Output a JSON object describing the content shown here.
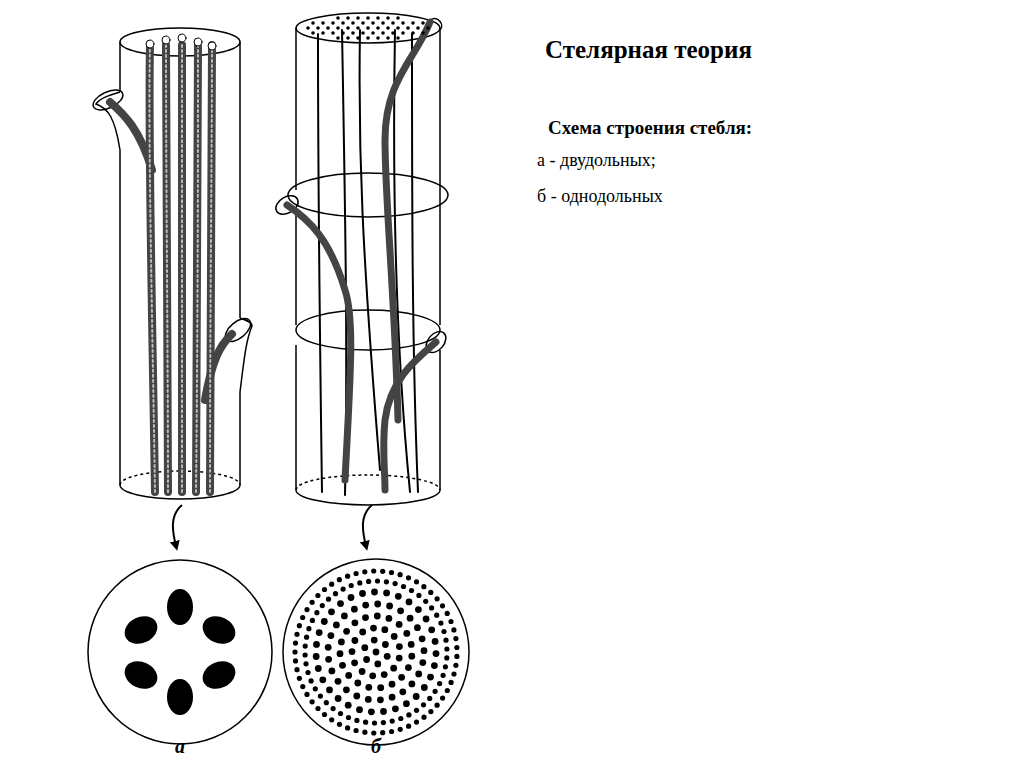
{
  "diagram": {
    "title": "Стелярная теория",
    "labels": [
      "Схема строения стебля:",
      "а - двудольных;",
      "б - однодольных",
      "а",
      "б"
    ]
  }
}
